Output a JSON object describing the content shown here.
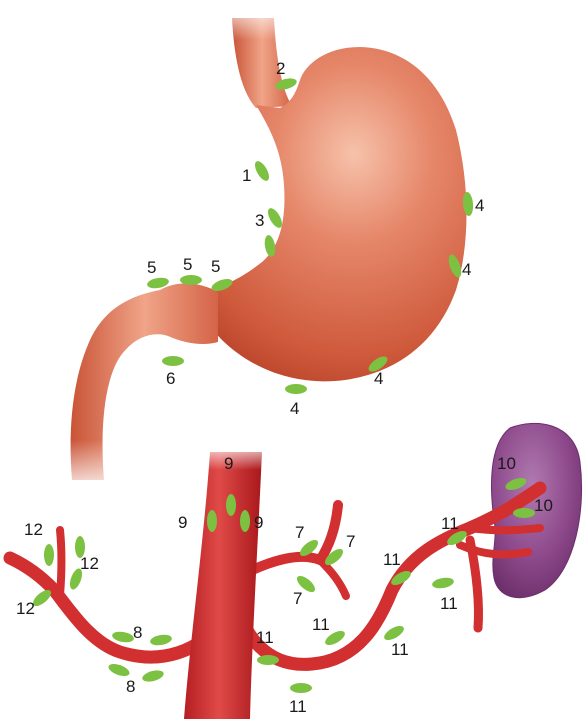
{
  "colors": {
    "stomach": "#d9684a",
    "stomach_highlight": "#f3b299",
    "artery": "#d22f30",
    "artery_dark": "#a8171b",
    "spleen": "#8e4a8c",
    "node": "#7dc142",
    "text": "#1a1a1a"
  },
  "labels": {
    "1": "1",
    "2": "2",
    "3": "3",
    "4": "4",
    "5": "5",
    "6": "6",
    "7": "7",
    "8": "8",
    "9": "9",
    "10": "10",
    "11": "11",
    "12": "12"
  }
}
